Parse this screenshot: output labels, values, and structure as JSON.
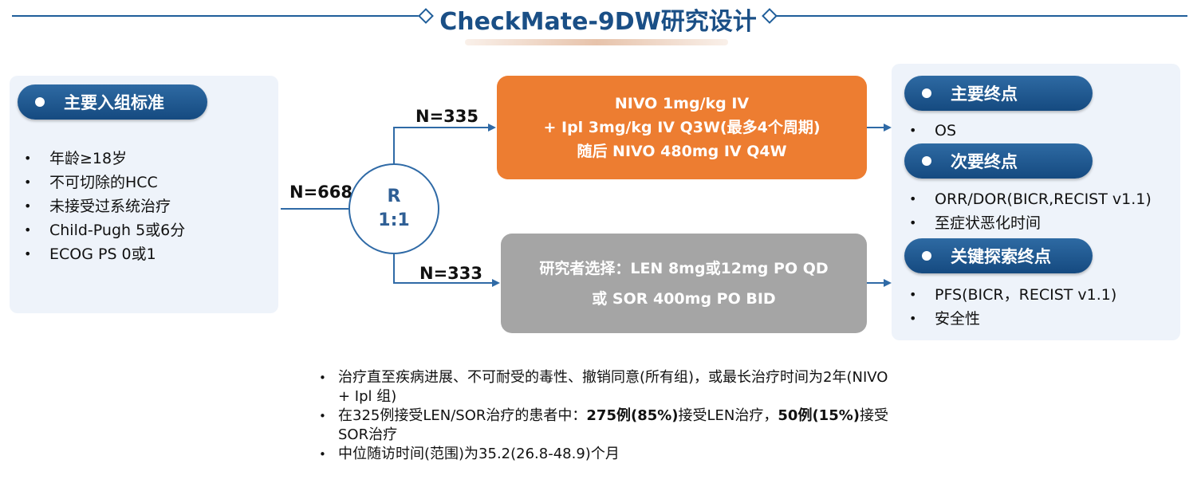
{
  "title": "CheckMate-9DW研究设计",
  "inclusion": {
    "heading": "主要入组标准",
    "items": [
      "年龄≥18岁",
      "不可切除的HCC",
      "未接受过系统治疗",
      "Child-Pugh 5或6分",
      "ECOG PS 0或1"
    ]
  },
  "randomization": {
    "total": "N=668",
    "label_line1": "R",
    "label_line2": "1:1"
  },
  "arm_a": {
    "n": "N=335",
    "line1": "NIVO 1mg/kg IV",
    "line2": "+ Ipl 3mg/kg IV Q3W(最多4个周期)",
    "line3": "随后 NIVO 480mg IV Q4W"
  },
  "arm_b": {
    "n": "N=333",
    "line1": "研究者选择：LEN 8mg或12mg PO QD",
    "line2": "或 SOR 400mg PO BID"
  },
  "endpoints": {
    "primary": {
      "heading": "主要终点",
      "items": [
        "OS"
      ]
    },
    "secondary": {
      "heading": "次要终点",
      "items": [
        "ORR/DOR(BICR,RECIST v1.1)",
        "至症状恶化时间"
      ]
    },
    "exploratory": {
      "heading": "关键探索终点",
      "items": [
        "PFS(BICR，RECIST v1.1)",
        "安全性"
      ]
    }
  },
  "notes": {
    "n1": "治疗直至疾病进展、不可耐受的毒性、撤销同意(所有组)，或最长治疗时间为2年(NIVO + Ipl 组)",
    "n2_a": "在325例接受LEN/SOR治疗的患者中：",
    "n2_b": "275例(85%)",
    "n2_c": "接受LEN治疗，",
    "n2_d": "50例(15%)",
    "n2_e": "接受SOR治疗",
    "n3": "中位随访时间(范围)为35.2(26.8-48.9)个月"
  },
  "colors": {
    "title": "#1a4f86",
    "pill": "#1f5a92",
    "arm_a": "#ed7d31",
    "arm_b": "#a5a5a5",
    "panel": "#eef3fa",
    "arrow": "#2f6aa6"
  }
}
